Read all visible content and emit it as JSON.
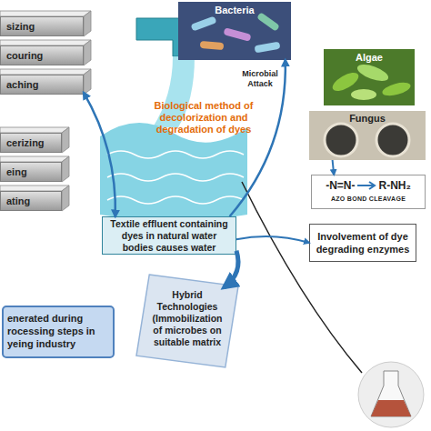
{
  "diagram": {
    "nodes": [
      {
        "text": [
          "sizing"
        ]
      },
      {
        "text": [
          "couring"
        ]
      },
      {
        "text": [
          "aching"
        ]
      },
      {
        "text": [
          "cerizing"
        ]
      },
      {
        "text": [
          "eing"
        ]
      },
      {
        "text": [
          "ating"
        ]
      },
      {
        "text": [
          "enerated during rocessing steps in yeing industry"
        ]
      },
      {
        "text": [
          "Textile effluent containing dyes in natural water bodies causes water"
        ]
      },
      {
        "text": [
          "Bacteria"
        ]
      },
      {
        "text": [
          "Algae"
        ]
      },
      {
        "text": [
          "Fungus"
        ]
      },
      {
        "text": [
          "-N=N-",
          "R-NH₂",
          "AZO BOND CLEAVAGE"
        ]
      },
      {
        "text": [
          "Involvement of dye degrading enzymes"
        ]
      },
      {
        "text": [
          "Hybrid Technologies (Immobilization of microbes on suitable matrix"
        ]
      }
    ],
    "edges": [
      {
        "from": 2,
        "to": 7,
        "arrow": "both"
      },
      {
        "from": 7,
        "to": 8,
        "label": "Microbial Attack",
        "arrow": "to"
      },
      {
        "from": 10,
        "to": 11,
        "arrow": "to"
      },
      {
        "from": 7,
        "to": 12,
        "arrow": "to"
      },
      {
        "from": 7,
        "to": 13,
        "arrow": "to"
      }
    ],
    "labels": [
      "Biological method of decolorization and degradation of dyes"
    ]
  }
}
